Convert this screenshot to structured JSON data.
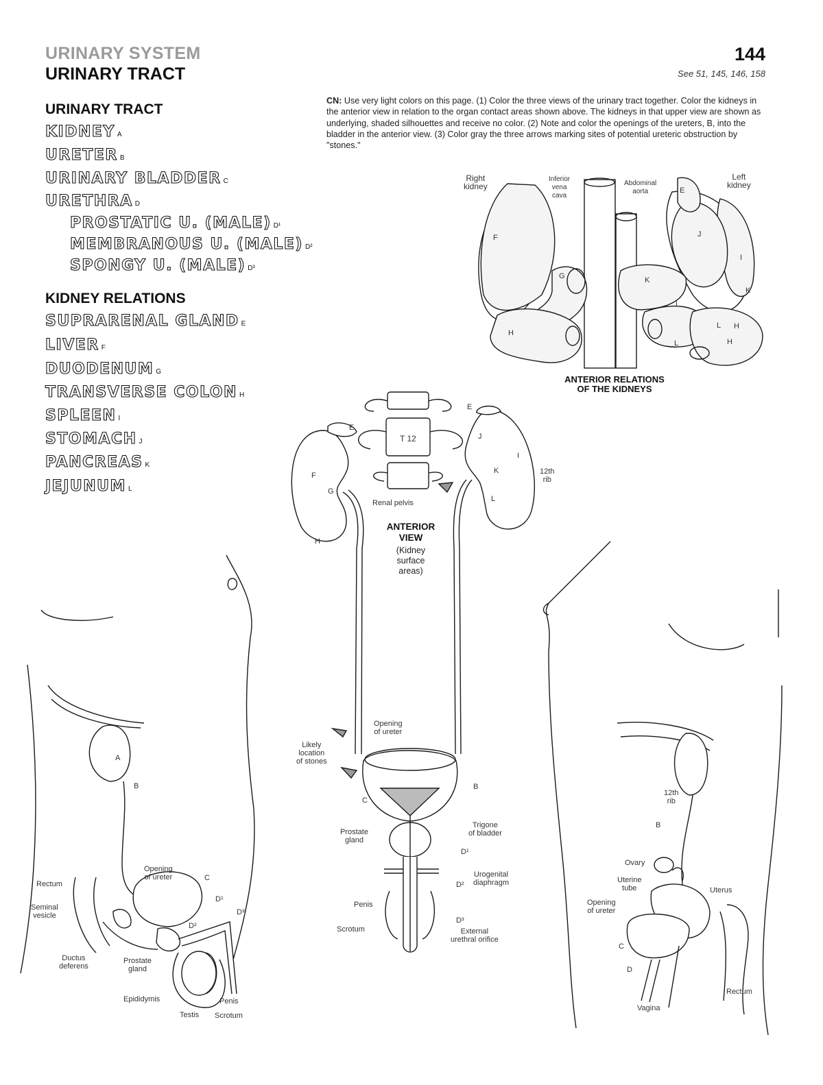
{
  "header": {
    "category": "URINARY SYSTEM",
    "title": "URINARY TRACT",
    "page_number": "144",
    "see_also": "See 51, 145, 146, 158"
  },
  "instructions": {
    "prefix": "CN:",
    "text": "Use very light colors on this page. (1) Color the three views of the urinary tract together. Color the kidneys in the anterior view in relation to the organ contact areas shown above. The kidneys in that upper view are shown as underlying, shaded silhouettes and receive no color. (2) Note and color the openings of the ureters, B, into the bladder in the anterior view. (3) Color gray the three arrows marking sites of potential ureteric obstruction by \"stones.\""
  },
  "urinary_tract": {
    "heading": "URINARY TRACT",
    "items": [
      {
        "name": "KIDNEY",
        "sub": "A"
      },
      {
        "name": "URETER",
        "sub": "B"
      },
      {
        "name": "URINARY BLADDER",
        "sub": "C"
      },
      {
        "name": "URETHRA",
        "sub": "D"
      },
      {
        "name": "PROSTATIC U. (MALE)",
        "sub": "D¹"
      },
      {
        "name": "MEMBRANOUS U. (MALE)",
        "sub": "D²"
      },
      {
        "name": "SPONGY U. (MALE)",
        "sub": "D³"
      }
    ]
  },
  "kidney_relations": {
    "heading": "KIDNEY RELATIONS",
    "items": [
      {
        "name": "SUPRARENAL GLAND",
        "sub": "E"
      },
      {
        "name": "LIVER",
        "sub": "F"
      },
      {
        "name": "DUODENUM",
        "sub": "G"
      },
      {
        "name": "TRANSVERSE COLON",
        "sub": "H"
      },
      {
        "name": "SPLEEN",
        "sub": "I"
      },
      {
        "name": "STOMACH",
        "sub": "J"
      },
      {
        "name": "PANCREAS",
        "sub": "K"
      },
      {
        "name": "JEJUNUM",
        "sub": "L"
      }
    ]
  },
  "anterior_relations": {
    "caption_line1": "ANTERIOR RELATIONS",
    "caption_line2": "OF THE KIDNEYS",
    "right_kidney": "Right\nkidney",
    "ivc": "Inferior\nvena\ncava",
    "aorta": "Abdominal\naorta",
    "left_kidney": "Left\nkidney",
    "letters": [
      "F",
      "H",
      "G",
      "H",
      "K",
      "J",
      "I",
      "E",
      "L",
      "K",
      "L",
      "L",
      "H"
    ]
  },
  "anterior_view": {
    "title_line1": "ANTERIOR",
    "title_line2": "VIEW",
    "subtitle": "(Kidney\nsurface\nareas)",
    "t12": "T 12",
    "rib": "12th\nrib",
    "renal_pelvis": "Renal pelvis",
    "opening_ureter": "Opening\nof ureter",
    "stones": "Likely\nlocation\nof stones",
    "trigone": "Trigone\nof bladder",
    "prostate": "Prostate\ngland",
    "urogenital": "Urogenital\ndiaphragm",
    "penis": "Penis",
    "scrotum": "Scrotum",
    "ext_orifice": "External\nurethral orifice",
    "letters": {
      "E1": "E",
      "E2": "E",
      "F": "F",
      "G": "G",
      "H": "H",
      "I": "I",
      "J": "J",
      "K": "K",
      "L": "L",
      "B": "B",
      "C": "C",
      "D1": "D¹",
      "D2": "D²",
      "D3": "D³"
    }
  },
  "male_view": {
    "rectum": "Rectum",
    "seminal": "Seminal\nvesicle",
    "ductus": "Ductus\ndeferens",
    "prostate": "Prostate\ngland",
    "opening": "Opening\nof ureter",
    "epididymis": "Epididymis",
    "testis": "Testis",
    "penis": "Penis",
    "scrotum": "Scrotum",
    "letters": {
      "A": "A",
      "B": "B",
      "C": "C",
      "D1": "D¹",
      "D2": "D²",
      "D3": "D³"
    }
  },
  "female_view": {
    "rib": "12th\nrib",
    "ovary": "Ovary",
    "tube": "Uterine\ntube",
    "opening": "Opening\nof ureter",
    "uterus": "Uterus",
    "rectum": "Rectum",
    "vagina": "Vagina",
    "letters": {
      "B": "B",
      "C": "C",
      "D": "D"
    }
  }
}
